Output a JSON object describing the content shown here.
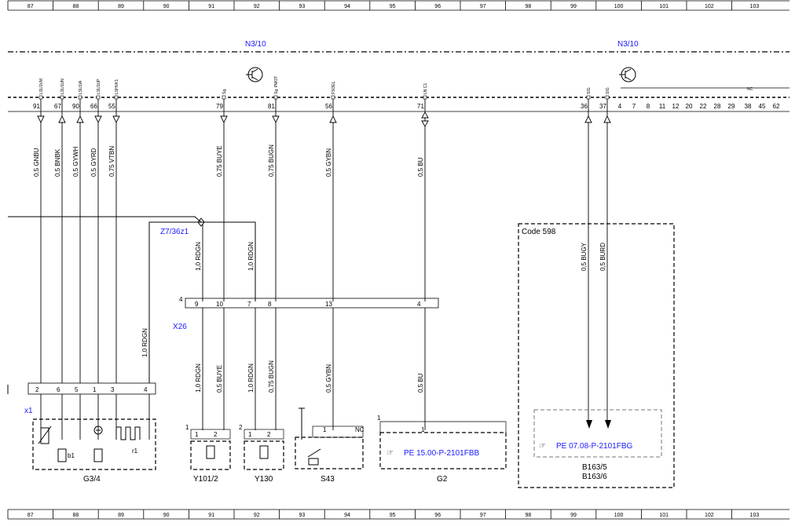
{
  "ruler": [
    "87",
    "88",
    "89",
    "90",
    "91",
    "92",
    "93",
    "94",
    "95",
    "96",
    "97",
    "98",
    "99",
    "100",
    "101",
    "102",
    "103"
  ],
  "module": {
    "name_left": "N3/10",
    "name_right": "N3/10",
    "nc_label": "NC"
  },
  "top_pins": [
    {
      "pin": "91",
      "signal": "LSU1VM"
    },
    {
      "pin": "67",
      "signal": "LSU1UN"
    },
    {
      "pin": "90",
      "signal": "LSU1IA"
    },
    {
      "pin": "66",
      "signal": "LSU1UP"
    },
    {
      "pin": "55",
      "signal": "LSHVK1"
    },
    {
      "pin": "79",
      "signal": "Sg."
    },
    {
      "pin": "81",
      "signal": "Sg. PMOT"
    },
    {
      "pin": "56",
      "signal": "FSOEL"
    },
    {
      "pin": "71",
      "signal": "LN C1"
    },
    {
      "pin": "36",
      "signal": "SIG"
    },
    {
      "pin": "37",
      "signal": "SIG"
    }
  ],
  "right_pins": [
    "4",
    "7",
    "8",
    "11",
    "12",
    "20",
    "22",
    "28",
    "29",
    "38",
    "45",
    "62"
  ],
  "wires": [
    "0,5 GNBU",
    "0,5 BNBK",
    "0,5 GYWH",
    "0,5 GYRD",
    "0,75 VTBN",
    "0,75 BUYE",
    "0,75 BUGN",
    "0,5 GYBN",
    "0,5 BU",
    "0,5 BUGY",
    "0,5 BURD"
  ],
  "lower_wires": [
    "1,0 RDGN",
    "1,0 RDGN",
    "1,0 RDGN",
    "1,0 RDGN",
    "0,5 BUYE",
    "1,0 RDGN",
    "0,75 BUGN",
    "0,5 GYBN",
    "0,5 BU"
  ],
  "connectors": {
    "z7": "Z7/36z1",
    "x26": "X26",
    "x1": "x1",
    "x26_num": "4"
  },
  "x26_pins": [
    "9",
    "10",
    "7",
    "8",
    "13",
    "4"
  ],
  "g34_pins": [
    "2",
    "6",
    "5",
    "1",
    "3",
    "4"
  ],
  "code": "Code 598",
  "components": {
    "g34": "G3/4",
    "b1": "b1",
    "r1": "r1",
    "y1012": "Y101/2",
    "y130": "Y130",
    "s43": "S43",
    "g2": "G2",
    "b163": "B163/5",
    "b163b": "B163/6"
  },
  "refs": {
    "g2_ref": "PE 15.00-P-2101FBB",
    "b163_ref": "PE 07.08-P-2101FBG"
  },
  "pin_small": [
    "1",
    "2",
    "1",
    "2",
    "1",
    "2",
    "1",
    "NC",
    "1",
    "1"
  ],
  "colors": {
    "link": "#1a1aff",
    "line": "#000000"
  }
}
